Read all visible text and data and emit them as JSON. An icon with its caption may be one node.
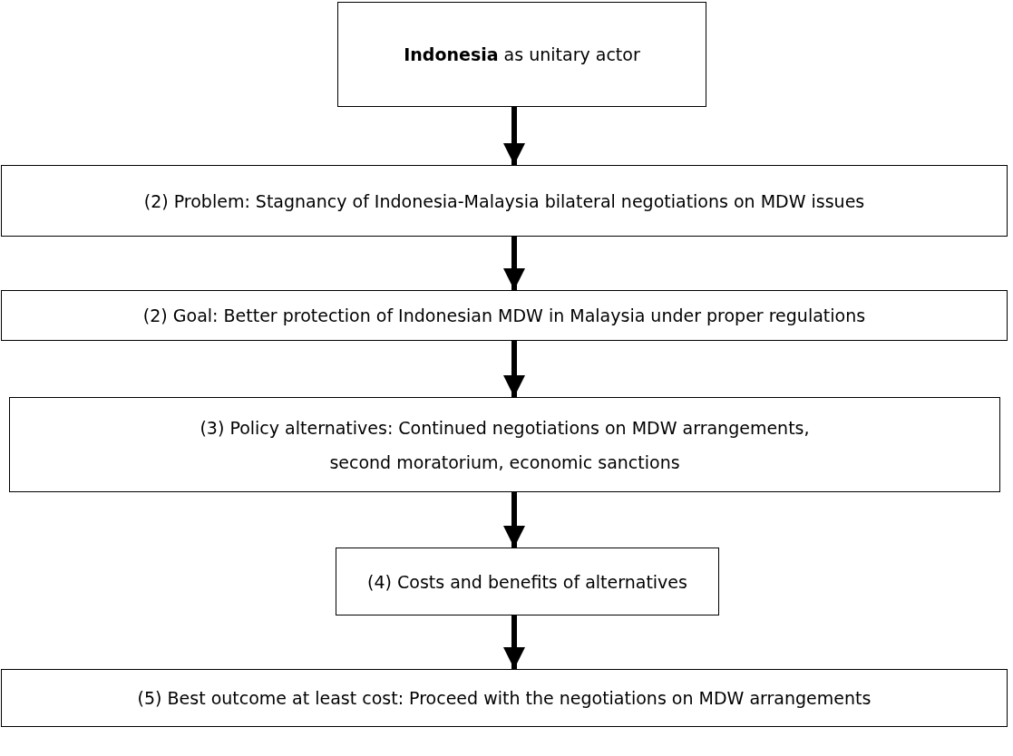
{
  "diagram": {
    "nodes": [
      {
        "text": [
          "**Indonesia** as unitary actor"
        ]
      },
      {
        "text": [
          "(2) Problem: Stagnancy of Indonesia-Malaysia bilateral negotiations on MDW issues"
        ]
      },
      {
        "text": [
          "(2) Goal: Better protection of Indonesian MDW in Malaysia under proper regulations"
        ]
      },
      {
        "text": [
          "(3) Policy alternatives: Continued negotiations on MDW arrangements, second moratorium, economic sanctions"
        ]
      },
      {
        "text": [
          "(4) Costs and benefits of alternatives"
        ]
      },
      {
        "text": [
          "(5) Best outcome at least cost: Proceed with the negotiations on MDW arrangements"
        ]
      }
    ],
    "edges": [
      {
        "from": 0,
        "to": 1,
        "arrow": "to"
      },
      {
        "from": 1,
        "to": 2,
        "arrow": "to"
      },
      {
        "from": 2,
        "to": 3,
        "arrow": "to"
      },
      {
        "from": 3,
        "to": 4,
        "arrow": "to"
      },
      {
        "from": 4,
        "to": 5,
        "arrow": "to"
      }
    ]
  }
}
